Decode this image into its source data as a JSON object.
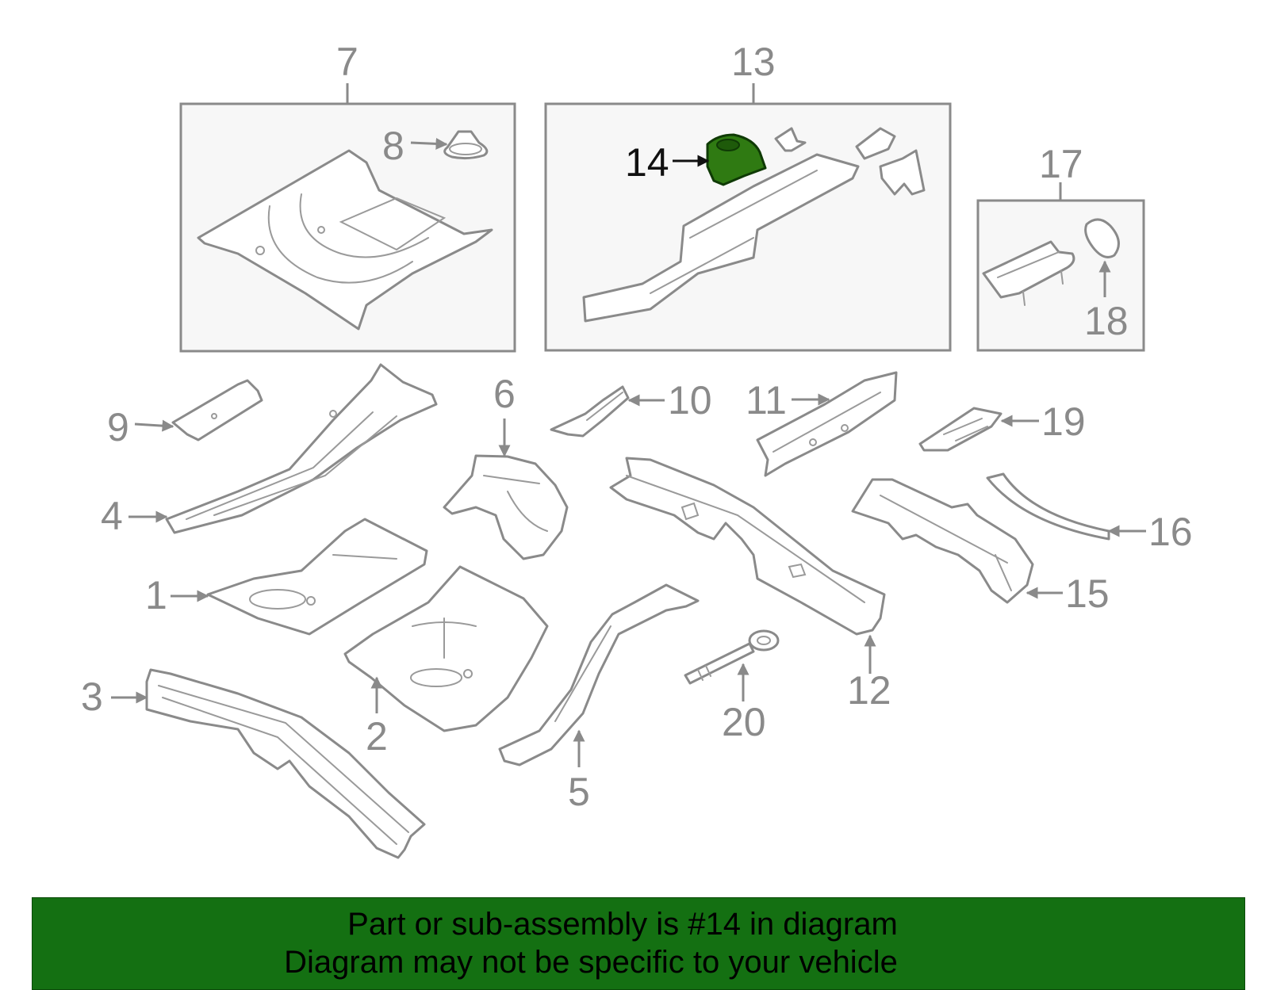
{
  "callouts": {
    "c1": "1",
    "c2": "2",
    "c3": "3",
    "c4": "4",
    "c5": "5",
    "c6": "6",
    "c7": "7",
    "c8": "8",
    "c9": "9",
    "c10": "10",
    "c11": "11",
    "c12": "12",
    "c13": "13",
    "c14": "14",
    "c15": "15",
    "c16": "16",
    "c17": "17",
    "c18": "18",
    "c19": "19",
    "c20": "20"
  },
  "highlight": {
    "part": "14",
    "color": "#2f7a12"
  },
  "banner": {
    "line1": "Part or sub-assembly is #14 in diagram",
    "line2": "Diagram may not be specific to your vehicle",
    "background": "#147012"
  }
}
